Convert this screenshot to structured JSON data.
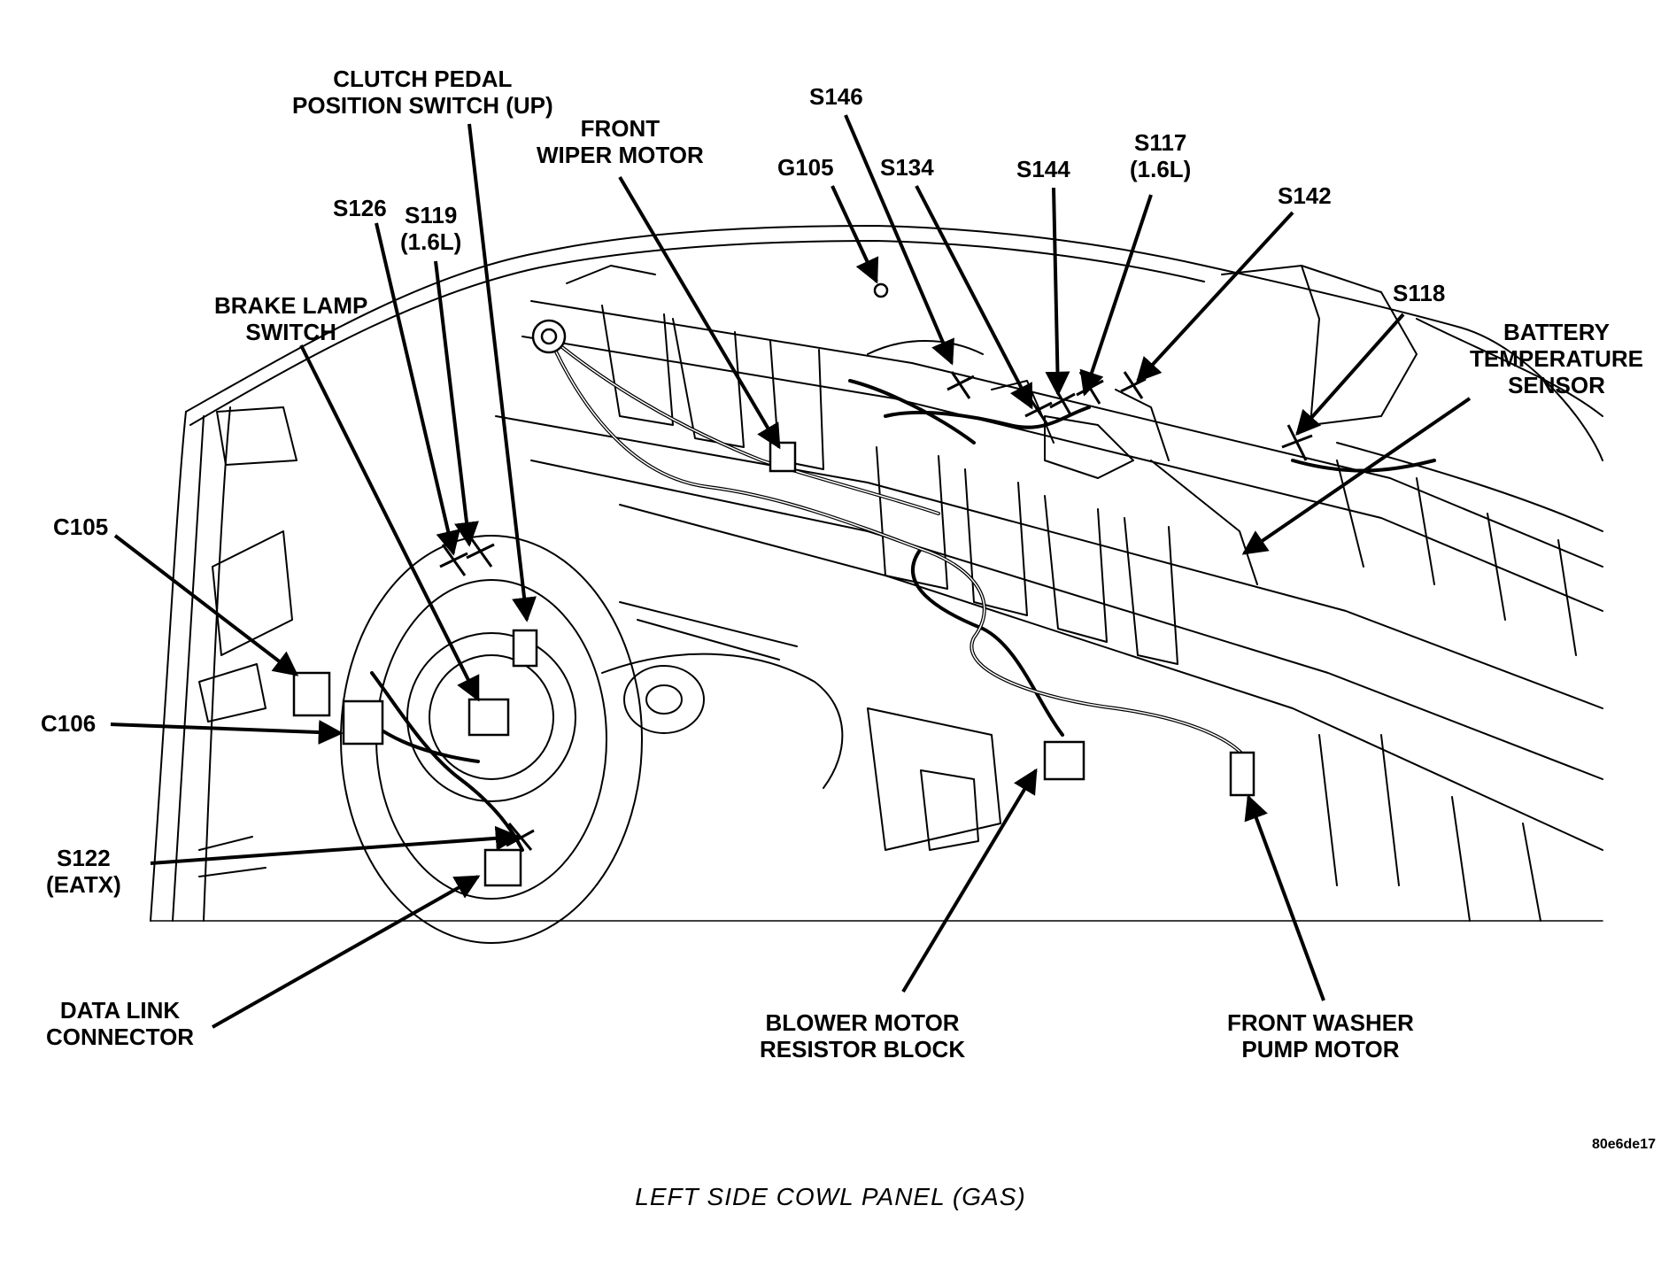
{
  "labels": {
    "clutch_switch": [
      "CLUTCH PEDAL",
      "POSITION SWITCH (UP)"
    ],
    "front_wiper_motor": [
      "FRONT",
      "WIPER MOTOR"
    ],
    "s146": [
      "S146"
    ],
    "g105": [
      "G105"
    ],
    "s134": [
      "S134"
    ],
    "s144": [
      "S144"
    ],
    "s117": [
      "S117",
      "(1.6L)"
    ],
    "s142": [
      "S142"
    ],
    "s126": [
      "S126"
    ],
    "s119": [
      "S119",
      "(1.6L)"
    ],
    "s118": [
      "S118"
    ],
    "brake_lamp_switch": [
      "BRAKE LAMP",
      "SWITCH"
    ],
    "battery_temp_sensor": [
      "BATTERY",
      "TEMPERATURE",
      "SENSOR"
    ],
    "c105": [
      "C105"
    ],
    "c106": [
      "C106"
    ],
    "s122": [
      "S122",
      "(EATX)"
    ],
    "data_link_connector": [
      "DATA LINK",
      "CONNECTOR"
    ],
    "blower_resistor": [
      "BLOWER MOTOR",
      "RESISTOR BLOCK"
    ],
    "front_washer_pump": [
      "FRONT WASHER",
      "PUMP MOTOR"
    ]
  },
  "figure_id": "80e6de17",
  "caption": "LEFT SIDE COWL PANEL (GAS)"
}
